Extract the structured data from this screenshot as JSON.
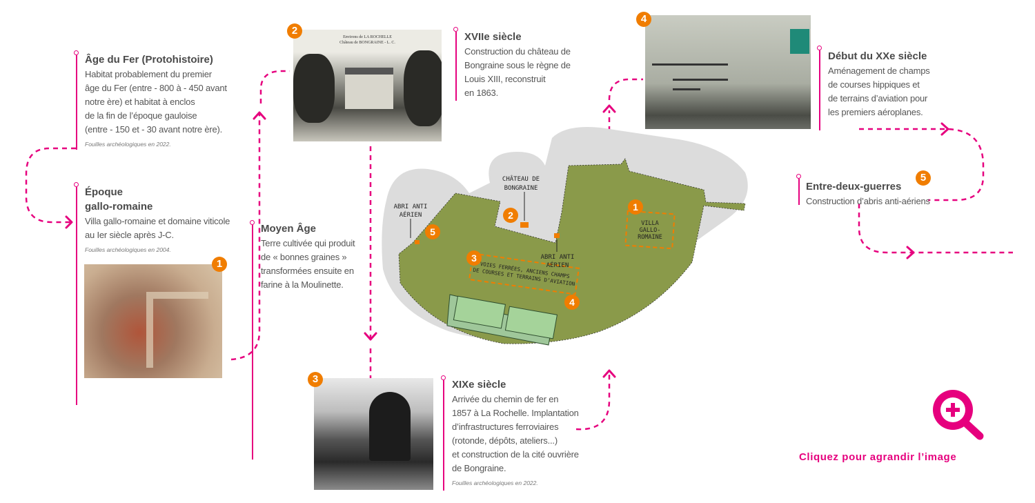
{
  "colors": {
    "accent": "#e6007e",
    "badge": "#f07d00",
    "map_green": "#8a9a4a"
  },
  "timeline": [
    {
      "title": "Âge du Fer (Protohistoire)",
      "lines": [
        "Habitat probablement du premier",
        "âge du Fer (entre - 800 à - 450 avant",
        "notre ère) et habitat à enclos",
        "de la fin de l’époque gauloise",
        "(entre - 150 et - 30 avant notre ère)."
      ],
      "source": "Fouilles archéologiques en 2022."
    },
    {
      "title_lines": [
        "Époque",
        "gallo-romaine"
      ],
      "lines": [
        "Villa gallo-romaine et domaine viticole",
        "au Ier siècle après J-C."
      ],
      "source": "Fouilles archéologiques en 2004.",
      "badge": "1"
    },
    {
      "title": "Moyen Âge",
      "lines": [
        "Terre cultivée qui produit",
        "de « bonnes graines »",
        "transformées ensuite en",
        "farine à la Moulinette."
      ]
    },
    {
      "title": "XVIIe siècle",
      "lines": [
        "Construction du château de",
        "Bongraine sous le règne de",
        "Louis XIII, reconstruit",
        "en 1863."
      ],
      "badge": "2",
      "photo_caption_1": "Environs de LA ROCHELLE",
      "photo_caption_2": "Château de BONGRAINE - L. C."
    },
    {
      "title": "XIXe siècle",
      "lines": [
        "Arrivée du chemin de fer en",
        "1857 à La Rochelle. Implantation",
        "d’infrastructures ferroviaires",
        "(rotonde, dépôts, ateliers...)",
        "et construction de la cité ouvrière",
        "de Bongraine."
      ],
      "source": "Fouilles archéologiques en 2022.",
      "badge": "3"
    },
    {
      "title": "Début du XXe siècle",
      "lines": [
        "Aménagement de champs",
        "de courses hippiques et",
        "de terrains d’aviation pour",
        "les premiers aéroplanes."
      ],
      "badge": "4"
    },
    {
      "title": "Entre-deux-guerres",
      "lines": [
        "Construction d’abris anti-aériens"
      ],
      "badge": "5"
    }
  ],
  "map": {
    "labels": {
      "chateau": [
        "CHÂTEAU DE",
        "BONGRAINE"
      ],
      "abri_left": [
        "ABRI ANTI",
        "AÉRIEN"
      ],
      "abri_center": [
        "ABRI ANTI",
        "AÉRIEN"
      ],
      "villa": [
        "VILLA",
        "GALLO-",
        "ROMAINE"
      ],
      "voies": [
        "VOIES FERRÉES, ANCIENS CHAMPS",
        "DE COURSES ET TERRAINS D’AVIATION"
      ]
    },
    "badges": [
      "1",
      "2",
      "3",
      "4",
      "5"
    ]
  },
  "cta": {
    "label": "Cliquez pour agrandir l’image",
    "icon": "zoom-in-magnifier-icon"
  }
}
